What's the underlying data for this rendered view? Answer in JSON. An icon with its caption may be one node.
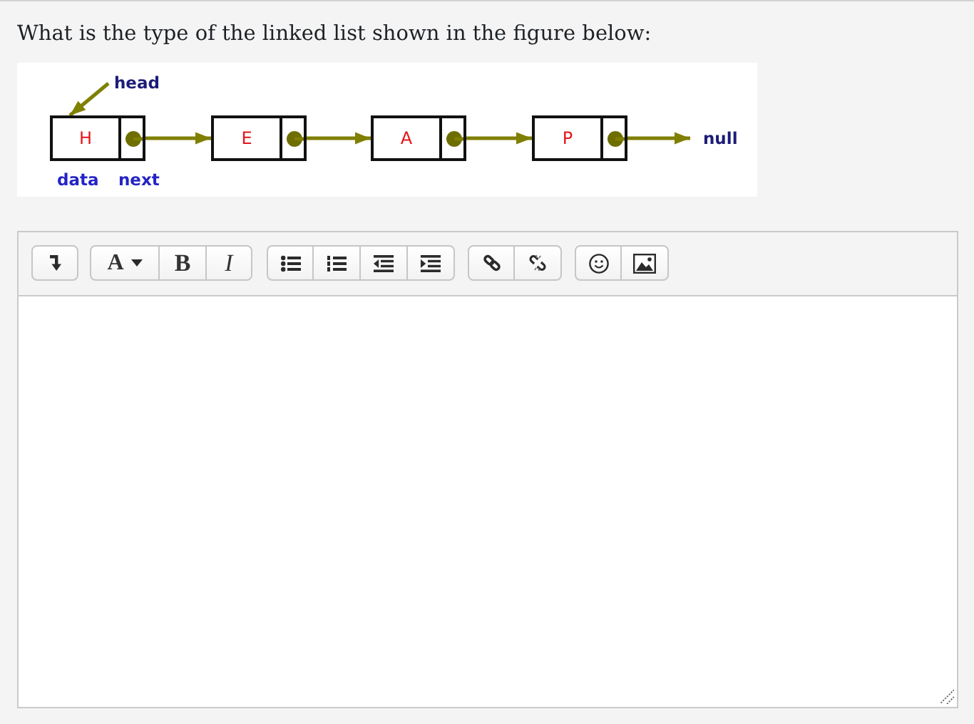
{
  "diagram": {
    "title": "What is the type of the linked list shown in the figure below:",
    "nodes": [
      {
        "text": [
          "head"
        ]
      },
      {
        "text": [
          "H"
        ],
        "beside": [
          "data",
          "next"
        ]
      },
      {
        "text": [
          "E"
        ]
      },
      {
        "text": [
          "A"
        ]
      },
      {
        "text": [
          "P"
        ]
      },
      {
        "text": [
          "null"
        ]
      }
    ],
    "edges": [
      {
        "from": 0,
        "to": 1,
        "arrow": "to"
      },
      {
        "from": 1,
        "to": 2,
        "arrow": "to"
      },
      {
        "from": 2,
        "to": 3,
        "arrow": "to"
      },
      {
        "from": 3,
        "to": 4,
        "arrow": "to"
      },
      {
        "from": 4,
        "to": 5,
        "arrow": "to"
      }
    ],
    "labels": [
      "A",
      "B",
      "I"
    ]
  }
}
